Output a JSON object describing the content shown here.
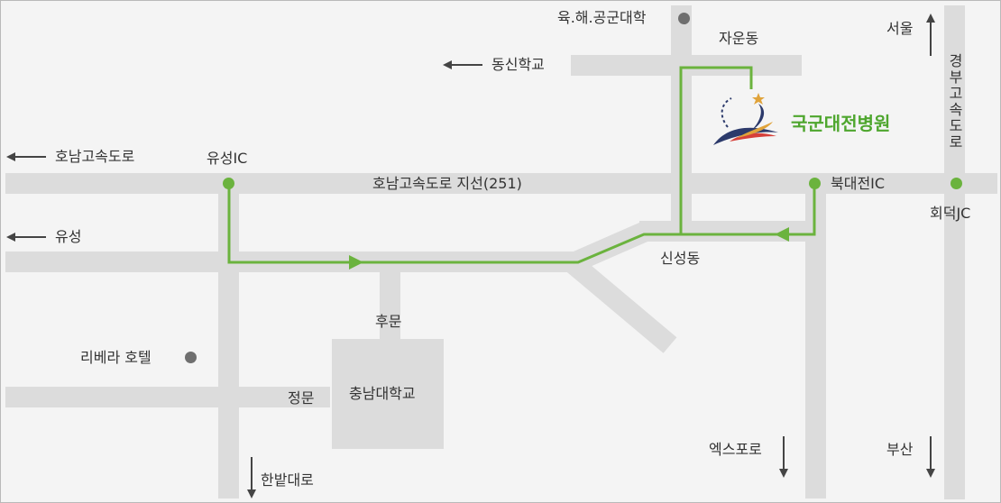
{
  "map": {
    "title": "국군대전병원",
    "labels": {
      "academy": "육.해.공군대학",
      "jaun": "자운동",
      "dongsin": "동신학교",
      "seoul": "서울",
      "gyeongbu": "경부고속도로",
      "honam_west": "호남고속도로",
      "yuseong_ic": "유성IC",
      "branch_road": "호남고속도로 지선(251)",
      "bukdaejeon_ic": "북대전IC",
      "hoedeok_jc": "회덕JC",
      "yuseong": "유성",
      "sinseong": "신성동",
      "back_gate": "후문",
      "riviera": "리베라 호텔",
      "main_gate": "정문",
      "university": "충남대학교",
      "expo": "엑스포로",
      "busan": "부산",
      "hanbat": "한밭대로"
    },
    "colors": {
      "road": "#dcdcdc",
      "route": "#6bb33e",
      "landmark_dot": "#6f6f6f",
      "hospital_text": "#4ea62e",
      "background": "#f4f4f4"
    },
    "icons": [
      "hospital-logo-icon",
      "arrow-left-icon",
      "arrow-up-icon",
      "arrow-down-icon"
    ]
  }
}
